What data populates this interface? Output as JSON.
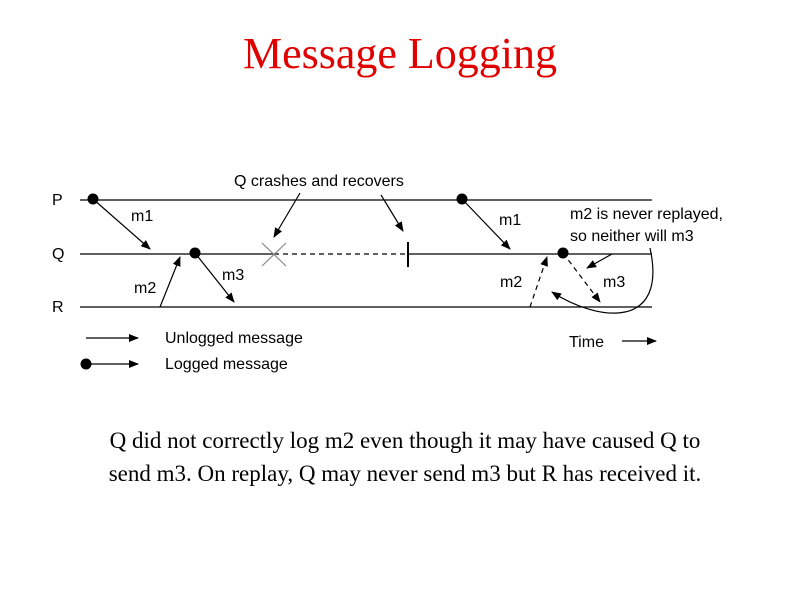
{
  "title": "Message Logging",
  "diagram": {
    "processes": [
      "P",
      "Q",
      "R"
    ],
    "messages": [
      "m1",
      "m2",
      "m3"
    ],
    "crash_label": "Q crashes and recovers",
    "note_line1": "m2 is never replayed,",
    "note_line2": "so neither will m3",
    "legend_unlogged": "Unlogged message",
    "legend_logged": "Logged message",
    "time_label": "Time"
  },
  "caption": {
    "line1": "Q did not correctly log m2 even though it may have caused Q to",
    "line2": "send m3. On replay, Q may never send m3 but R has received it."
  }
}
